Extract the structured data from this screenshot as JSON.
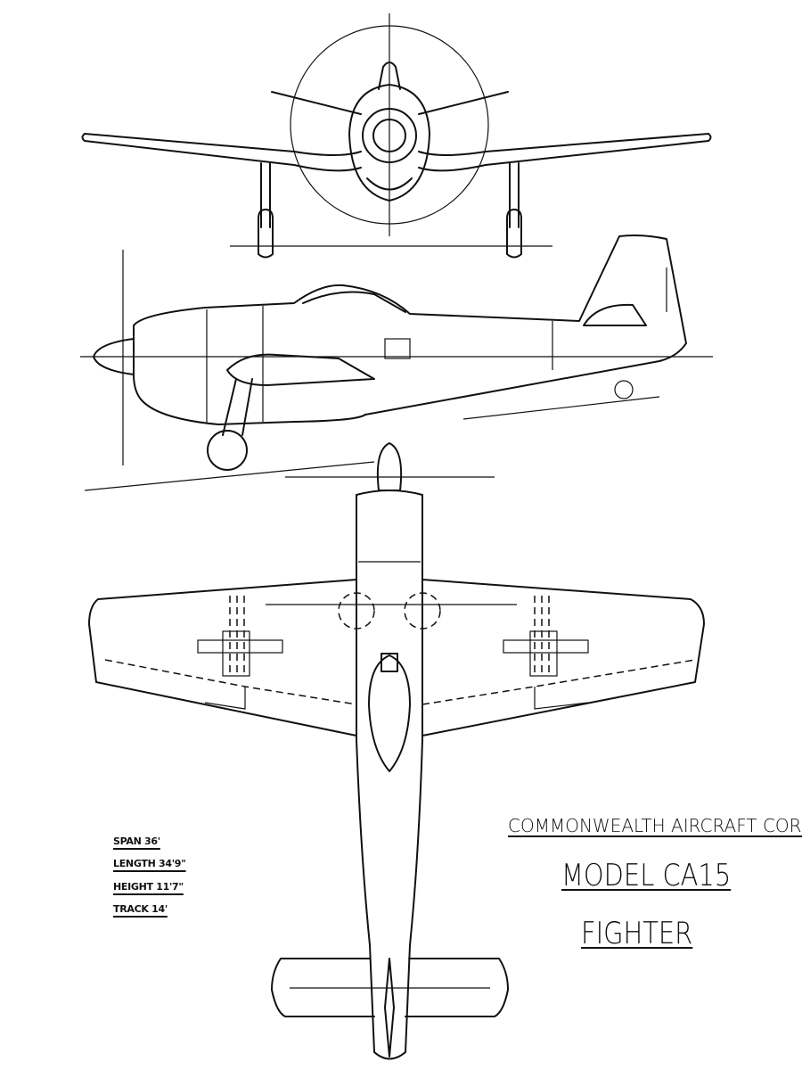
{
  "title_block": {
    "manufacturer": "COMMONWEALTH AIRCRAFT CORP",
    "model": "MODEL CA15",
    "role": "FIGHTER"
  },
  "specifications": [
    {
      "text": "SPAN 36'"
    },
    {
      "text": "LENGTH 34'9\""
    },
    {
      "text": "HEIGHT 11'7\""
    },
    {
      "text": "TRACK 14'"
    }
  ],
  "colors": {
    "ink": "#111111",
    "paper": "#ffffff"
  }
}
